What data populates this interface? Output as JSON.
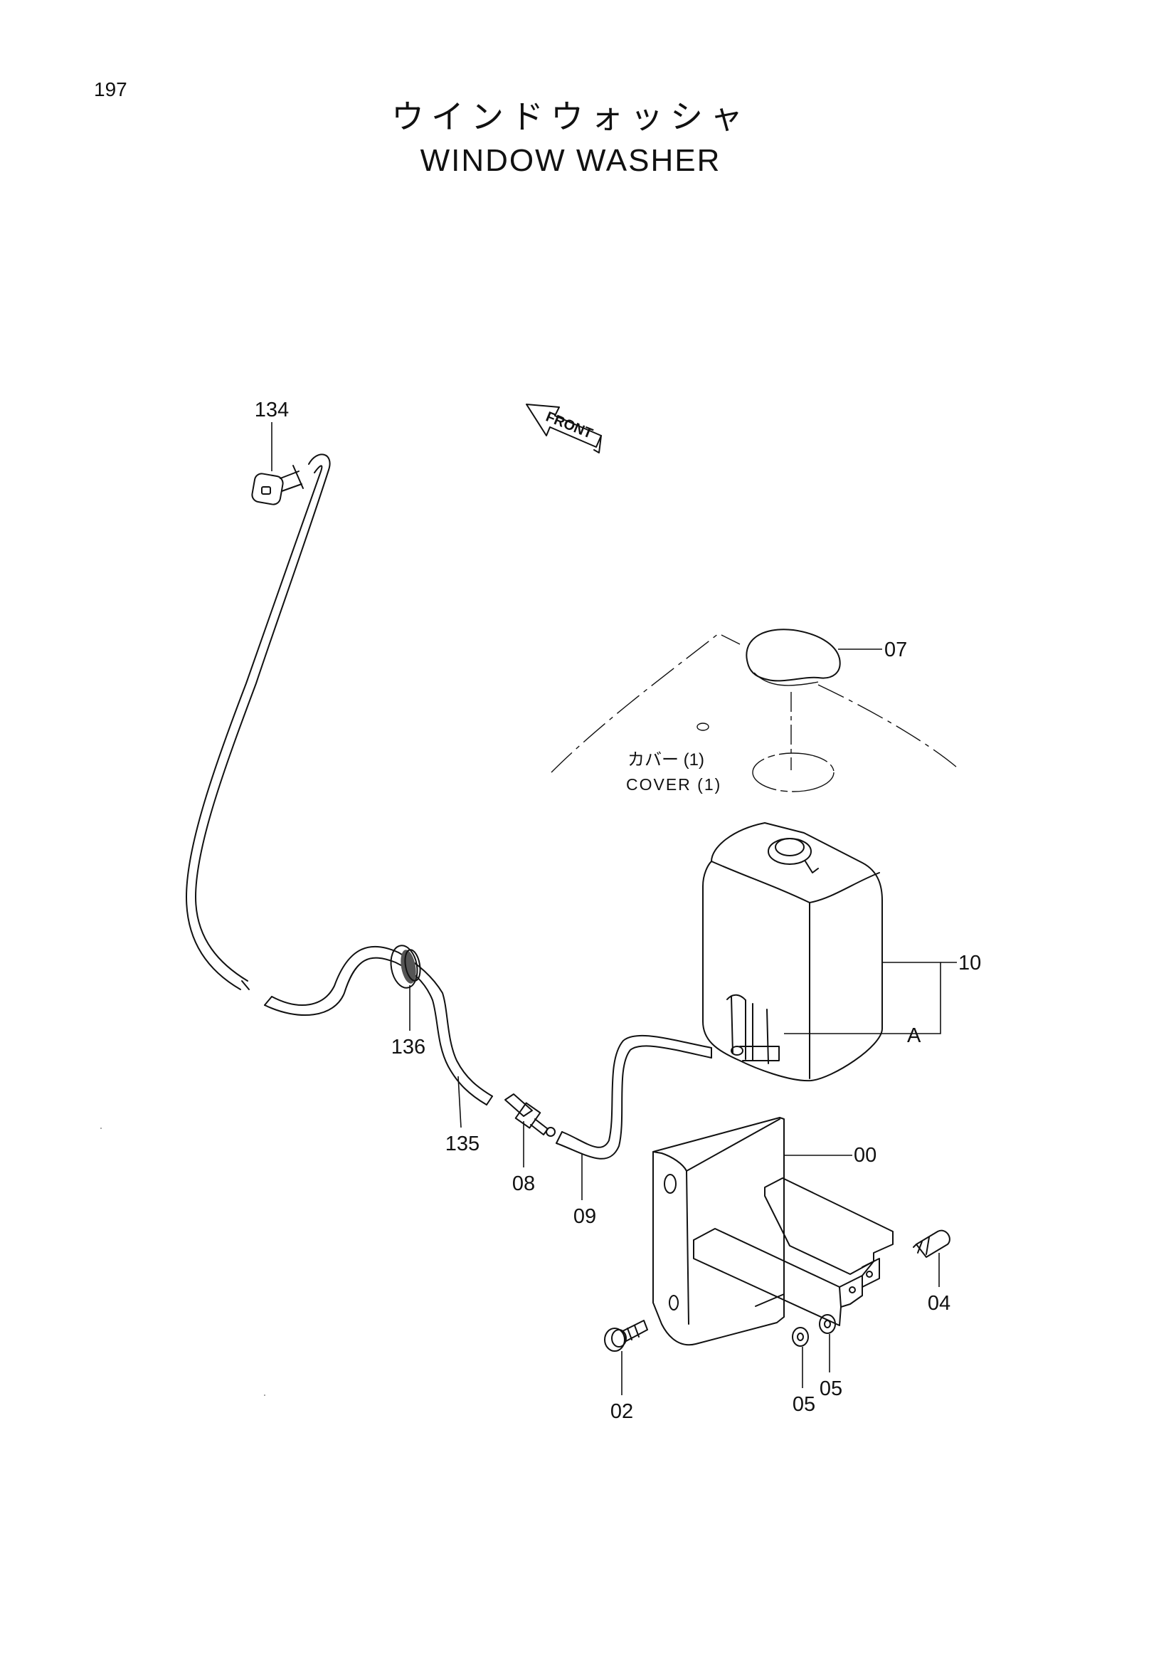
{
  "page": {
    "page_number": "197",
    "title_jp": "ウインドウォッシャ",
    "title_en": "WINDOW WASHER"
  },
  "diagram": {
    "front_marker": "FRONT",
    "cover_jp": "カバー (1)",
    "cover_en": "COVER (1)",
    "parts": {
      "p134": "134",
      "p136": "136",
      "p135": "135",
      "p08": "08",
      "p09": "09",
      "p07": "07",
      "p10": "10",
      "pA": "A",
      "p00": "00",
      "p04": "04",
      "p02": "02",
      "p05a": "05",
      "p05b": "05"
    }
  }
}
